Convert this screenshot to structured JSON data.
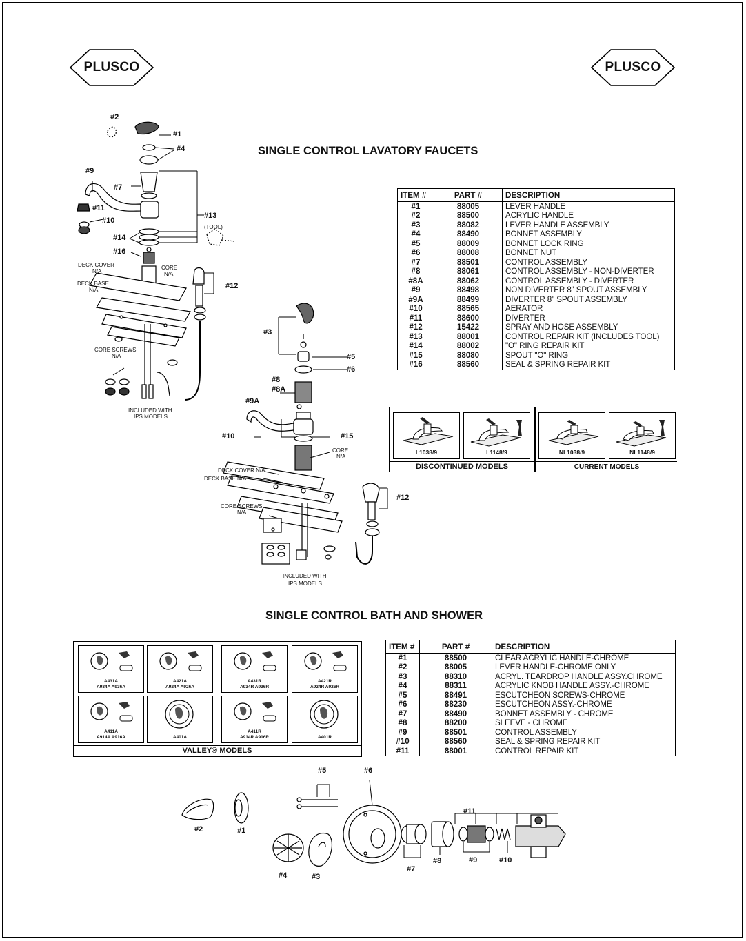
{
  "brand": {
    "logo_text": "PLUSCO"
  },
  "lavatory": {
    "title": "SINGLE CONTROL LAVATORY FAUCETS",
    "headers": {
      "item": "ITEM #",
      "part": "PART #",
      "description": "DESCRIPTION"
    },
    "rows": [
      {
        "item": "#1",
        "part": "88005",
        "description": "LEVER HANDLE"
      },
      {
        "item": "#2",
        "part": "88500",
        "description": "ACRYLIC HANDLE"
      },
      {
        "item": "#3",
        "part": "88082",
        "description": "LEVER HANDLE ASSEMBLY"
      },
      {
        "item": "#4",
        "part": "88490",
        "description": "BONNET ASSEMBLY"
      },
      {
        "item": "#5",
        "part": "88009",
        "description": "BONNET LOCK RING"
      },
      {
        "item": "#6",
        "part": "88008",
        "description": "BONNET NUT"
      },
      {
        "item": "#7",
        "part": "88501",
        "description": "CONTROL ASSEMBLY"
      },
      {
        "item": "#8",
        "part": "88061",
        "description": "CONTROL ASSEMBLY - NON-DIVERTER"
      },
      {
        "item": "#8A",
        "part": "88062",
        "description": "CONTROL ASSEMBLY - DIVERTER"
      },
      {
        "item": "#9",
        "part": "88498",
        "description": "NON DIVERTER 8\" SPOUT ASSEMBLY"
      },
      {
        "item": "#9A",
        "part": "88499",
        "description": "DIVERTER 8\" SPOUT ASSEMBLY"
      },
      {
        "item": "#10",
        "part": "88565",
        "description": "AERATOR"
      },
      {
        "item": "#11",
        "part": "88600",
        "description": "DIVERTER"
      },
      {
        "item": "#12",
        "part": "15422",
        "description": "SPRAY AND HOSE ASSEMBLY"
      },
      {
        "item": "#13",
        "part": "88001",
        "description": "CONTROL REPAIR KIT (INCLUDES TOOL)"
      },
      {
        "item": "#14",
        "part": "88002",
        "description": "\"O\" RING REPAIR KIT"
      },
      {
        "item": "#15",
        "part": "88080",
        "description": "SPOUT \"O\" RING"
      },
      {
        "item": "#16",
        "part": "88560",
        "description": "SEAL & SPRING REPAIR KIT"
      }
    ],
    "discontinued_caption": "DISCONTINUED MODELS",
    "current_caption": "CURRENT MODELS",
    "discontinued": [
      "L1038/9",
      "L1148/9"
    ],
    "current": [
      "NL1038/9",
      "NL1148/9"
    ],
    "callouts_upper": {
      "n2": "#2",
      "n1": "#1",
      "n4": "#4",
      "n9": "#9",
      "n7": "#7",
      "n11": "#11",
      "n10": "#10",
      "n13": "#13",
      "tool": "(TOOL)",
      "n14": "#14",
      "n16": "#16",
      "deck_cover": "DECK COVER",
      "na1": "N/A",
      "core": "CORE",
      "na2": "N/A",
      "deck_base": "DECK BASE",
      "na3": "N/A",
      "n12": "#12",
      "core_screws": "CORE SCREWS",
      "na4": "N/A",
      "included_with": "INCLUDED WITH",
      "ips_models": "IPS MODELS"
    },
    "callouts_lower": {
      "n3": "#3",
      "n5": "#5",
      "n6": "#6",
      "n8": "#8",
      "n8a": "#8A",
      "n9a": "#9A",
      "n10": "#10",
      "n15": "#15",
      "core": "CORE",
      "na1": "N/A",
      "deck_cover": "DECK COVER N/A",
      "deck_base": "DECK BASE  N/A",
      "n12": "#12",
      "core_screws": "CORE SCREWS",
      "na2": "N/A",
      "included_with": "INCLUDED WITH",
      "ips_models": "IPS MODELS"
    }
  },
  "bath": {
    "title": "SINGLE CONTROL BATH AND SHOWER",
    "headers": {
      "item": "ITEM #",
      "part": "PART #",
      "description": "DESCRIPTION"
    },
    "rows": [
      {
        "item": "#1",
        "part": "88500",
        "description": "CLEAR ACRYLIC HANDLE-CHROME"
      },
      {
        "item": "#2",
        "part": "88005",
        "description": "LEVER HANDLE-CHROME ONLY"
      },
      {
        "item": "#3",
        "part": "88310",
        "description": "ACRYL. TEARDROP HANDLE ASSY.CHROME"
      },
      {
        "item": "#4",
        "part": "88311",
        "description": "ACRYLIC KNOB HANDLE ASSY.-CHROME"
      },
      {
        "item": "#5",
        "part": "88491",
        "description": "ESCUTCHEON SCREWS-CHROME"
      },
      {
        "item": "#6",
        "part": "88230",
        "description": "ESCUTCHEON ASSY.-CHROME"
      },
      {
        "item": "#7",
        "part": "88490",
        "description": "BONNET ASSEMBLY - CHROME"
      },
      {
        "item": "#8",
        "part": "88200",
        "description": "SLEEVE - CHROME"
      },
      {
        "item": "#9",
        "part": "88501",
        "description": "CONTROL ASSEMBLY"
      },
      {
        "item": "#10",
        "part": "88560",
        "description": "SEAL & SPRING REPAIR KIT"
      },
      {
        "item": "#11",
        "part": "88001",
        "description": "CONTROL REPAIR KIT"
      }
    ],
    "valley_caption": "VALLEY® MODELS",
    "valley_models": [
      {
        "main": "A431A",
        "sub": "A934A   A936A"
      },
      {
        "main": "A421A",
        "sub": "A924A   A926A"
      },
      {
        "main": "A431R",
        "sub": "A934R   A936R"
      },
      {
        "main": "A421R",
        "sub": "A924R   A926R"
      },
      {
        "main": "A411A",
        "sub": "A914A   A916A"
      },
      {
        "main": "",
        "sub": "A401A"
      },
      {
        "main": "A411R",
        "sub": "A914R   A916R"
      },
      {
        "main": "",
        "sub": "A401R"
      }
    ],
    "callouts": {
      "n5": "#5",
      "n6": "#6",
      "n2": "#2",
      "n1": "#1",
      "n11": "#11",
      "n4": "#4",
      "n3": "#3",
      "n7": "#7",
      "n8": "#8",
      "n9": "#9",
      "n10": "#10"
    }
  }
}
